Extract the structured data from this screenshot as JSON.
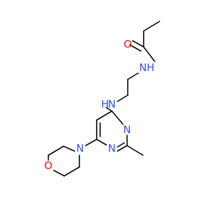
{
  "colors": {
    "bond": "#000000",
    "nitrogen": "#3050f8",
    "oxygen": "#ff0d0d",
    "background": "#ffffff"
  },
  "atoms": {
    "amide_o": "O",
    "amide_n": "N",
    "amide_h": "H",
    "amine_n": "N",
    "amine_h": "H",
    "pyr_n1": "N",
    "pyr_n3": "N",
    "morph_n": "N",
    "morph_o": "O"
  }
}
